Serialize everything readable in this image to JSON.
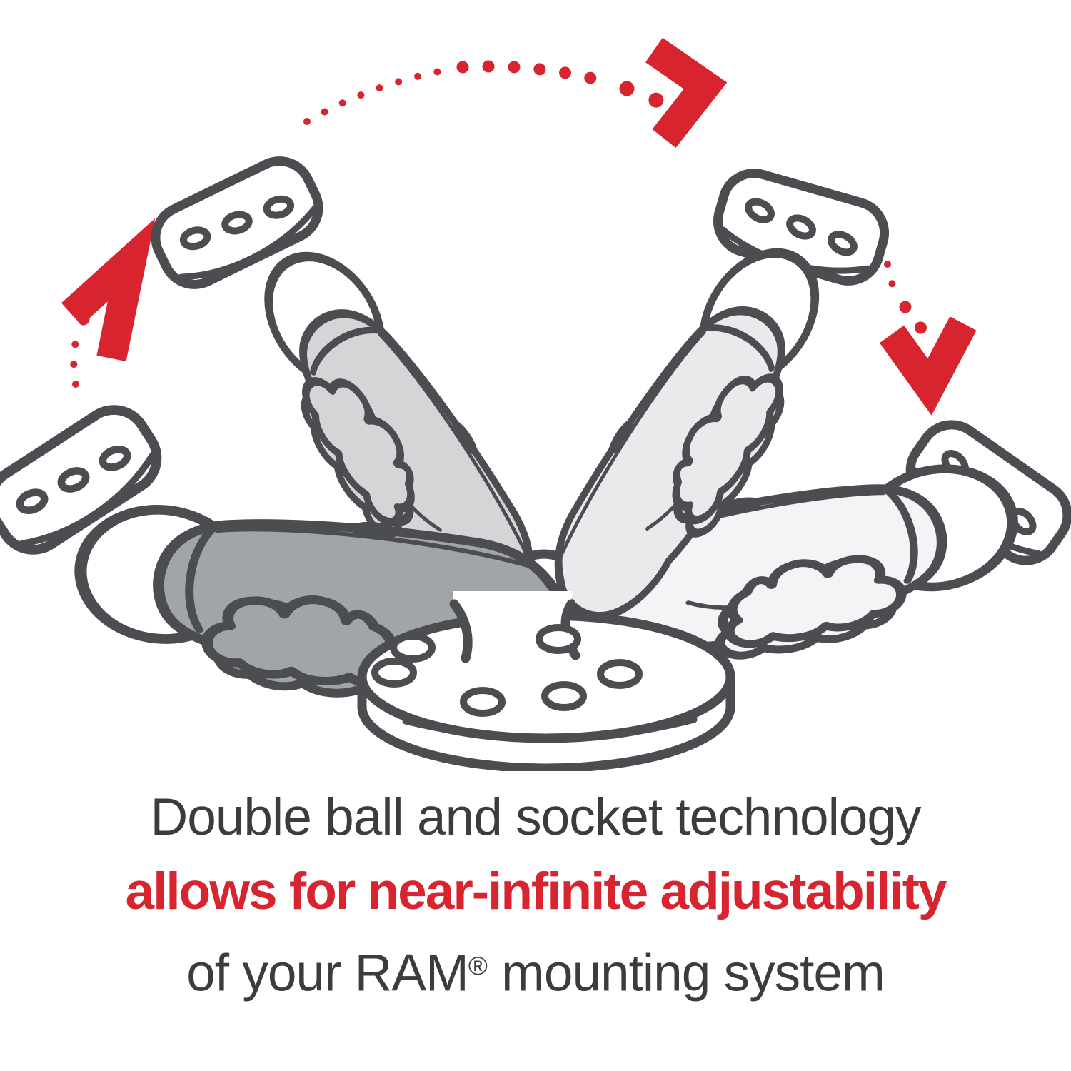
{
  "caption": {
    "line1": "Double ball and socket technology",
    "line2": "allows for near-infinite adjustability",
    "line3_before": "of your RAM",
    "line3_reg": "®",
    "line3_after": " mounting system"
  },
  "palette": {
    "ink": "#4b4d50",
    "red": "#d8242f",
    "text_dark": "#3b3c3e",
    "arm_left": "#a2a5a8",
    "arm_upper_left": "#d3d5d7",
    "arm_upper_right": "#e8eaec",
    "arm_right": "#f3f4f5",
    "white": "#ffffff"
  },
  "icons": {
    "rotation_arc_top": "dotted-arc-with-right-arrowhead",
    "rotation_arc_left": "dotted-arc-with-up-right-arrowhead",
    "rotation_arc_right": "dotted-arc-with-down-arrowhead"
  }
}
